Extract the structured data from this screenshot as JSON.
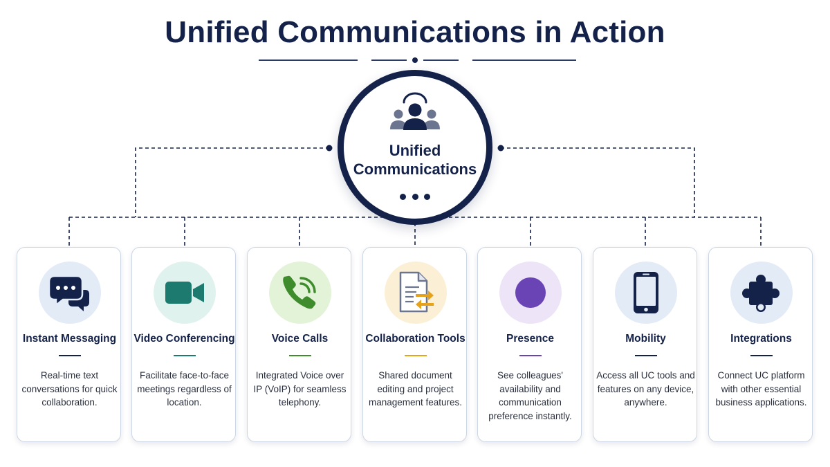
{
  "title": "Unified Communications in Action",
  "hub": {
    "label": "Unified Communications",
    "icon": "group-people-icon"
  },
  "colors": {
    "navy": "#14224a"
  },
  "cards": [
    {
      "title": "Instant Messaging",
      "description": "Real-time text conversations for quick collaboration.",
      "icon": "chat-bubbles-icon",
      "accent": "#14224a",
      "icon_bg": "#e3ebf7"
    },
    {
      "title": "Video Conferencing",
      "description": "Facilitate face-to-face meetings regardless of location.",
      "icon": "video-camera-icon",
      "accent": "#1d7a6e",
      "icon_bg": "#dff2ee"
    },
    {
      "title": "Voice Calls",
      "description": "Integrated Voice over IP (VoIP) for seamless telephony.",
      "icon": "phone-icon",
      "accent": "#3f8c2c",
      "icon_bg": "#e3f3d8"
    },
    {
      "title": "Collaboration Tools",
      "description": "Shared document editing and project management features.",
      "icon": "shared-document-icon",
      "accent": "#e5a21a",
      "icon_bg": "#fbf0d5"
    },
    {
      "title": "Presence",
      "description": "See colleagues' availability and communication preference instantly.",
      "icon": "presence-status-icon",
      "accent": "#6a43b5",
      "icon_bg": "#ede4f7"
    },
    {
      "title": "Mobility",
      "description": "Access all UC tools and features on any device, anywhere.",
      "icon": "smartphone-icon",
      "accent": "#14224a",
      "icon_bg": "#e3ebf7"
    },
    {
      "title": "Integrations",
      "description": "Connect UC platform with other essential business applications.",
      "icon": "puzzle-piece-icon",
      "accent": "#14224a",
      "icon_bg": "#e3ebf7"
    }
  ]
}
